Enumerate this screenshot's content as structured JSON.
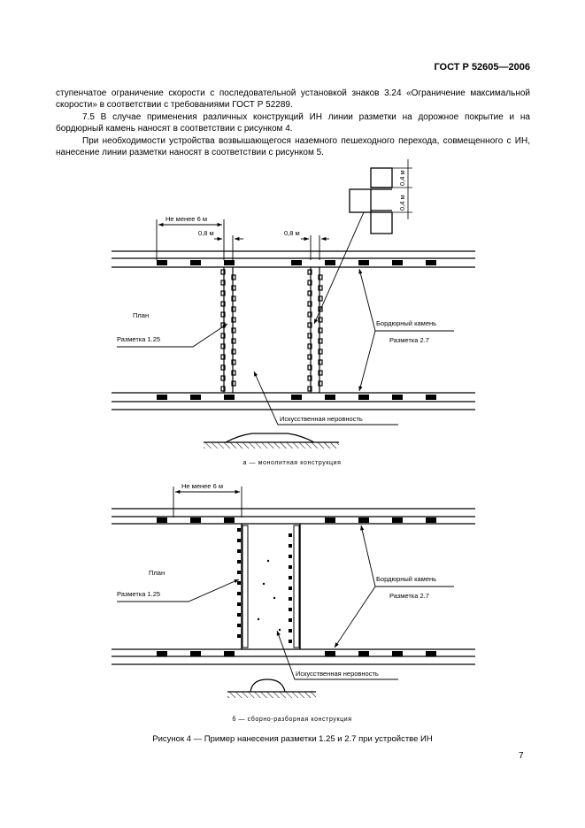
{
  "header": {
    "doc_id": "ГОСТ Р 52605—2006"
  },
  "paragraphs": [
    "ступенчатое ограничение скорости с последовательной установкой знаков 3.24 «Ограничение максималь­ной скорости» в соответствии с требованиями ГОСТ Р 52289.",
    "7.5 В случае применения различных конструкций ИН линии разметки на дорожное покрытие и на бордюрный камень наносят в соответствии с рисунком 4.",
    "При необходимости устройства возвышающегося наземного пешеходного перехода, совмещенного с ИН, нанесение линии разметки наносят в соответствии с рисунком 5."
  ],
  "figure_a": {
    "dist_label": "Не менее 6 м",
    "width_label_1": "0,8 м",
    "width_label_2": "0,8 м",
    "cell_label_1": "0,4 м",
    "cell_label_2": "0,4 м",
    "plan_label": "План",
    "marking_left": "Разметка 1.25",
    "curb_label": "Бордюрный камень",
    "marking_right": "Разметка 2.7",
    "bump_label": "Искусственная неровность",
    "caption": "а — монолитная конструкция"
  },
  "figure_b": {
    "dist_label": "Не менее 6 м",
    "plan_label": "План",
    "marking_left": "Разметка 1.25",
    "curb_label": "Бордюрный камень",
    "marking_right": "Разметка 2.7",
    "bump_label": "Искусственная неровность",
    "caption": "б — сборно-разборная конструкция"
  },
  "figure_caption": "Рисунок 4 — Пример нанесения разметки 1.25 и 2.7 при устройстве ИН",
  "page_number": "7"
}
